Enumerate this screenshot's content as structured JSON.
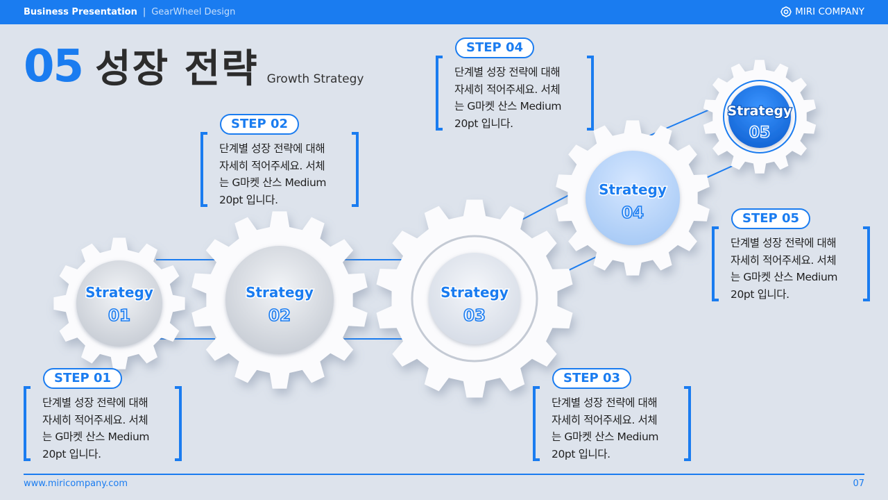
{
  "header": {
    "title": "Business Presentation",
    "separator": "|",
    "subtitle": "GearWheel Design",
    "company": "MIRI COMPANY",
    "company_icon": "gear-logo-icon"
  },
  "page_title": {
    "number": "05",
    "korean": "성장 전략",
    "english": "Growth Strategy"
  },
  "gears": [
    {
      "label": "Strategy",
      "num": "01"
    },
    {
      "label": "Strategy",
      "num": "02"
    },
    {
      "label": "Strategy",
      "num": "03"
    },
    {
      "label": "Strategy",
      "num": "04"
    },
    {
      "label": "Strategy",
      "num": "05"
    }
  ],
  "steps": [
    {
      "label": "STEP 01",
      "lines": [
        "단계별 성장 전략에 대해",
        "자세히 적어주세요. 서체",
        "는 G마켓 산스 Medium",
        "20pt 입니다."
      ]
    },
    {
      "label": "STEP 02",
      "lines": [
        "단계별 성장 전략에 대해",
        "자세히 적어주세요. 서체",
        "는 G마켓 산스 Medium",
        "20pt 입니다."
      ]
    },
    {
      "label": "STEP 03",
      "lines": [
        "단계별 성장 전략에 대해",
        "자세히 적어주세요. 서체",
        "는 G마켓 산스 Medium",
        "20pt 입니다."
      ]
    },
    {
      "label": "STEP 04",
      "lines": [
        "단계별 성장 전략에 대해",
        "자세히 적어주세요. 서체",
        "는 G마켓 산스 Medium",
        "20pt 입니다."
      ]
    },
    {
      "label": "STEP 05",
      "lines": [
        "단계별 성장 전략에 대해",
        "자세히 적어주세요. 서체",
        "는 G마켓 산스 Medium",
        "20pt 입니다."
      ]
    }
  ],
  "footer": {
    "url": "www.miricompany.com",
    "page": "07"
  },
  "colors": {
    "accent": "#1a7cf0",
    "background": "#dde3ec",
    "text": "#1f1f1f"
  }
}
